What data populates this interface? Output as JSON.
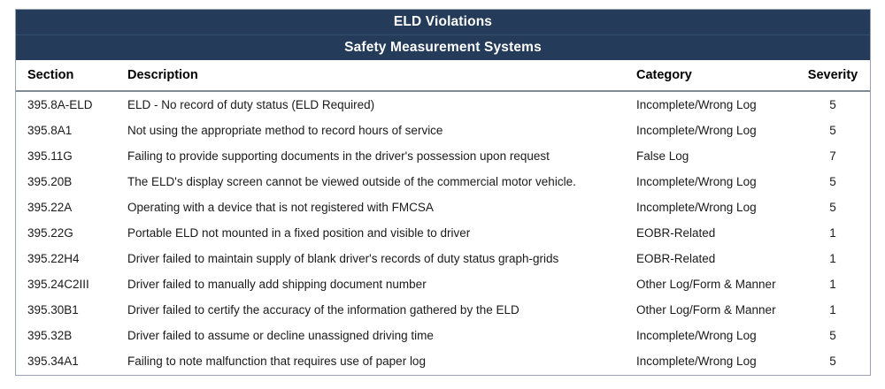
{
  "banner": {
    "title": "ELD Violations",
    "subtitle": "Safety Measurement Systems",
    "background_color": "#243C5A",
    "text_color": "#FFFFFF"
  },
  "table": {
    "columns": [
      {
        "key": "section",
        "label": "Section"
      },
      {
        "key": "description",
        "label": "Description"
      },
      {
        "key": "category",
        "label": "Category"
      },
      {
        "key": "severity",
        "label": "Severity"
      }
    ],
    "rows": [
      {
        "section": "395.8A-ELD",
        "description": "ELD - No record of duty status (ELD Required)",
        "category": "Incomplete/Wrong Log",
        "severity": "5"
      },
      {
        "section": "395.8A1",
        "description": "Not using the appropriate method to record hours of service",
        "category": "Incomplete/Wrong Log",
        "severity": "5"
      },
      {
        "section": "395.11G",
        "description": "Failing to provide supporting documents in the driver's possession upon request",
        "category": "False Log",
        "severity": "7"
      },
      {
        "section": "395.20B",
        "description": "The ELD's display screen cannot be viewed outside of the commercial motor vehicle.",
        "category": "Incomplete/Wrong Log",
        "severity": "5"
      },
      {
        "section": "395.22A",
        "description": "Operating with a device that is not registered with FMCSA",
        "category": "Incomplete/Wrong Log",
        "severity": "5"
      },
      {
        "section": "395.22G",
        "description": "Portable ELD not mounted in a fixed position and visible to driver",
        "category": "EOBR-Related",
        "severity": "1"
      },
      {
        "section": "395.22H4",
        "description": "Driver failed to maintain supply of blank driver's records of duty status graph-grids",
        "category": "EOBR-Related",
        "severity": "1"
      },
      {
        "section": "395.24C2III",
        "description": "Driver failed to manually add shipping document number",
        "category": "Other Log/Form & Manner",
        "severity": "1"
      },
      {
        "section": "395.30B1",
        "description": "Driver failed to certify the accuracy of the information gathered by the ELD",
        "category": "Other Log/Form & Manner",
        "severity": "1"
      },
      {
        "section": "395.32B",
        "description": "Driver failed to assume or decline unassigned driving time",
        "category": "Incomplete/Wrong Log",
        "severity": "5"
      },
      {
        "section": "395.34A1",
        "description": "Failing to note malfunction that requires use of paper log",
        "category": "Incomplete/Wrong Log",
        "severity": "5"
      }
    ]
  }
}
